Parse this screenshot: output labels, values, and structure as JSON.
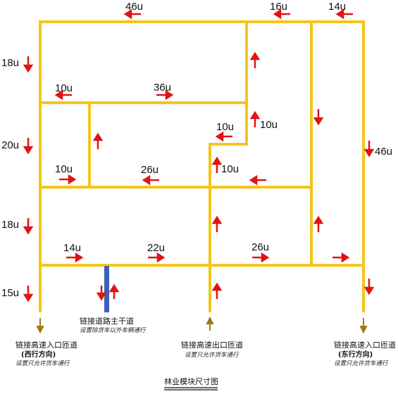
{
  "diagram": {
    "dimension_labels": [
      "46u",
      "16u",
      "14u",
      "18u",
      "20u",
      "18u",
      "15u",
      "10u",
      "36u",
      "10u",
      "10u",
      "10u",
      "26u",
      "10u",
      "46u",
      "14u",
      "22u",
      "26u"
    ],
    "captions": {
      "west_entry": {
        "line1": "链接高速入口匝道",
        "line2": "(西行方向)",
        "line3": "设置只允许货车通行"
      },
      "main_road": {
        "line1": "链接道路主干道",
        "line2": "设置除货车以外车辆通行"
      },
      "exit_ramp": {
        "line1": "链接高速出口匝道",
        "line2": "设置只允许货车通行"
      },
      "east_entry": {
        "line1": "链接高速入口匝道",
        "line2": "(东行方向)",
        "line3": "设置只允许货车通行"
      }
    },
    "title": "林业模块尺寸图",
    "colors": {
      "road": "#f5c518",
      "arrow": "#e01414",
      "main_road": "#3a63b8",
      "ramp_arrow": "#a07818"
    }
  }
}
